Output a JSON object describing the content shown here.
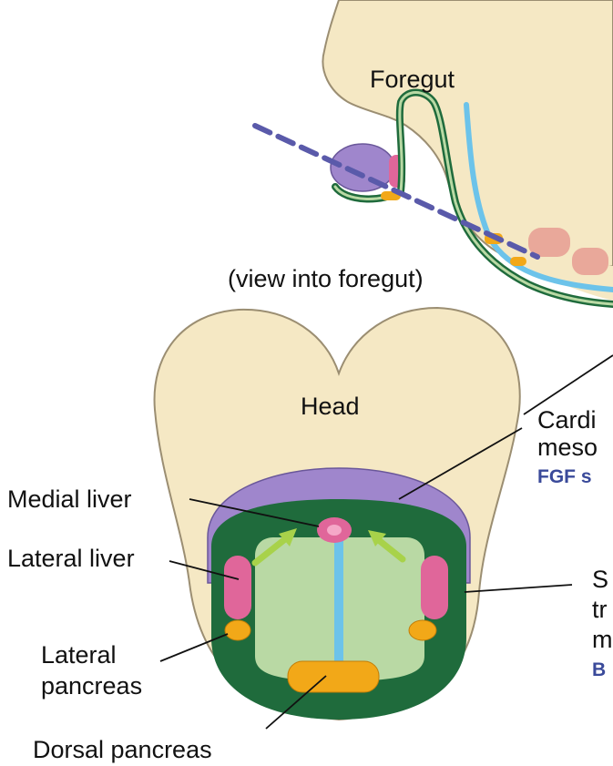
{
  "labels": {
    "foregut": "Foregut",
    "view_into_foregut": "(view into foregut)",
    "head": "Head",
    "medial_liver": "Medial liver",
    "lateral_liver": "Lateral liver",
    "lateral_pancreas_1": "Lateral",
    "lateral_pancreas_2": "pancreas",
    "dorsal_pancreas": "Dorsal pancreas",
    "cardiac_1": "Cardi",
    "cardiac_2": "meso",
    "cardiac_signal": "FGF s",
    "septum_1": "S",
    "septum_2": "tr",
    "septum_3": "m",
    "septum_signal": "B"
  },
  "colors": {
    "embryo_tissue": "#f5e8c4",
    "tissue_outline": "#9b8e72",
    "cardiac_mesoderm": "#9f86cc",
    "endoderm_dark": "#1f6b3c",
    "endoderm_light": "#b9d9a4",
    "liver_bud": "#e0669a",
    "pancreas_bud": "#f2a818",
    "notochord_blue": "#6cc3ea",
    "signal_arrow": "#a8d24a",
    "section_line": "#5a5aaa",
    "somite": "#e9a89a",
    "signal_text": "#3a4a9a"
  }
}
